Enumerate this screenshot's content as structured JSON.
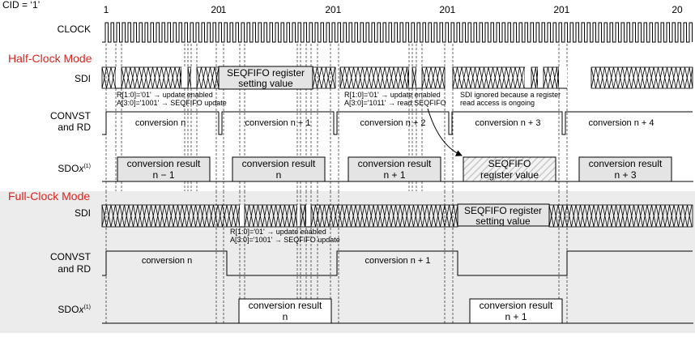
{
  "cid_label": "CID = ‘1’",
  "cycle_numbers": {
    "start": "1",
    "end": "20"
  },
  "signal_labels": {
    "clock": "CLOCK",
    "sdi": "SDI",
    "convst_line1": "CONVST",
    "convst_line2": "and RD",
    "sdo_prefix": "SDO",
    "sdo_italic": "x",
    "sdo_superscript": "(1)"
  },
  "modes": {
    "half": "Half-Clock Mode",
    "full": "Full-Clock Mode"
  },
  "half_clock": {
    "sdi_seqfifo_box": [
      "SEQFIFO register",
      "setting value"
    ],
    "notes": {
      "update_seqfifo": [
        "R[1:0]='01' → update enabled",
        "A[3:0]='1001' → SEQFIFO update"
      ],
      "read_seqfifo": [
        "R[1:0]='01' → update enabled",
        "A[3:0]='1011' → read SEQFIFO"
      ],
      "sdi_ignored": [
        "SDI ignored because a register",
        "read access is ongoing"
      ]
    },
    "conversions": [
      "conversion n",
      "conversion n + 1",
      "conversion n + 2",
      "conversion n + 3",
      "conversion n + 4"
    ],
    "sdo_boxes": [
      [
        "conversion result",
        "n − 1"
      ],
      [
        "conversion result",
        "n"
      ],
      [
        "conversion result",
        "n + 1"
      ],
      [
        "SEQFIFO",
        "register value"
      ],
      [
        "conversion result",
        "n + 3"
      ]
    ]
  },
  "full_clock": {
    "sdi_seqfifo_box": [
      "SEQFIFO register",
      "setting value"
    ],
    "notes": {
      "update_seqfifo": [
        "R[1:0]='01' → update enabled",
        "A[3:0]='1001' → SEQFIFO update"
      ]
    },
    "conversions": [
      "conversion n",
      "conversion n + 1"
    ],
    "sdo_boxes": [
      [
        "conversion result",
        "n"
      ],
      [
        "conversion result",
        "n + 1"
      ]
    ]
  },
  "colors": {
    "mode_title": "#d9241c",
    "full_mode_background": "#ececec",
    "box_fill": "#e4e4e4",
    "seqfifo_hatch": "#c8c8c8",
    "line": "#000000"
  }
}
